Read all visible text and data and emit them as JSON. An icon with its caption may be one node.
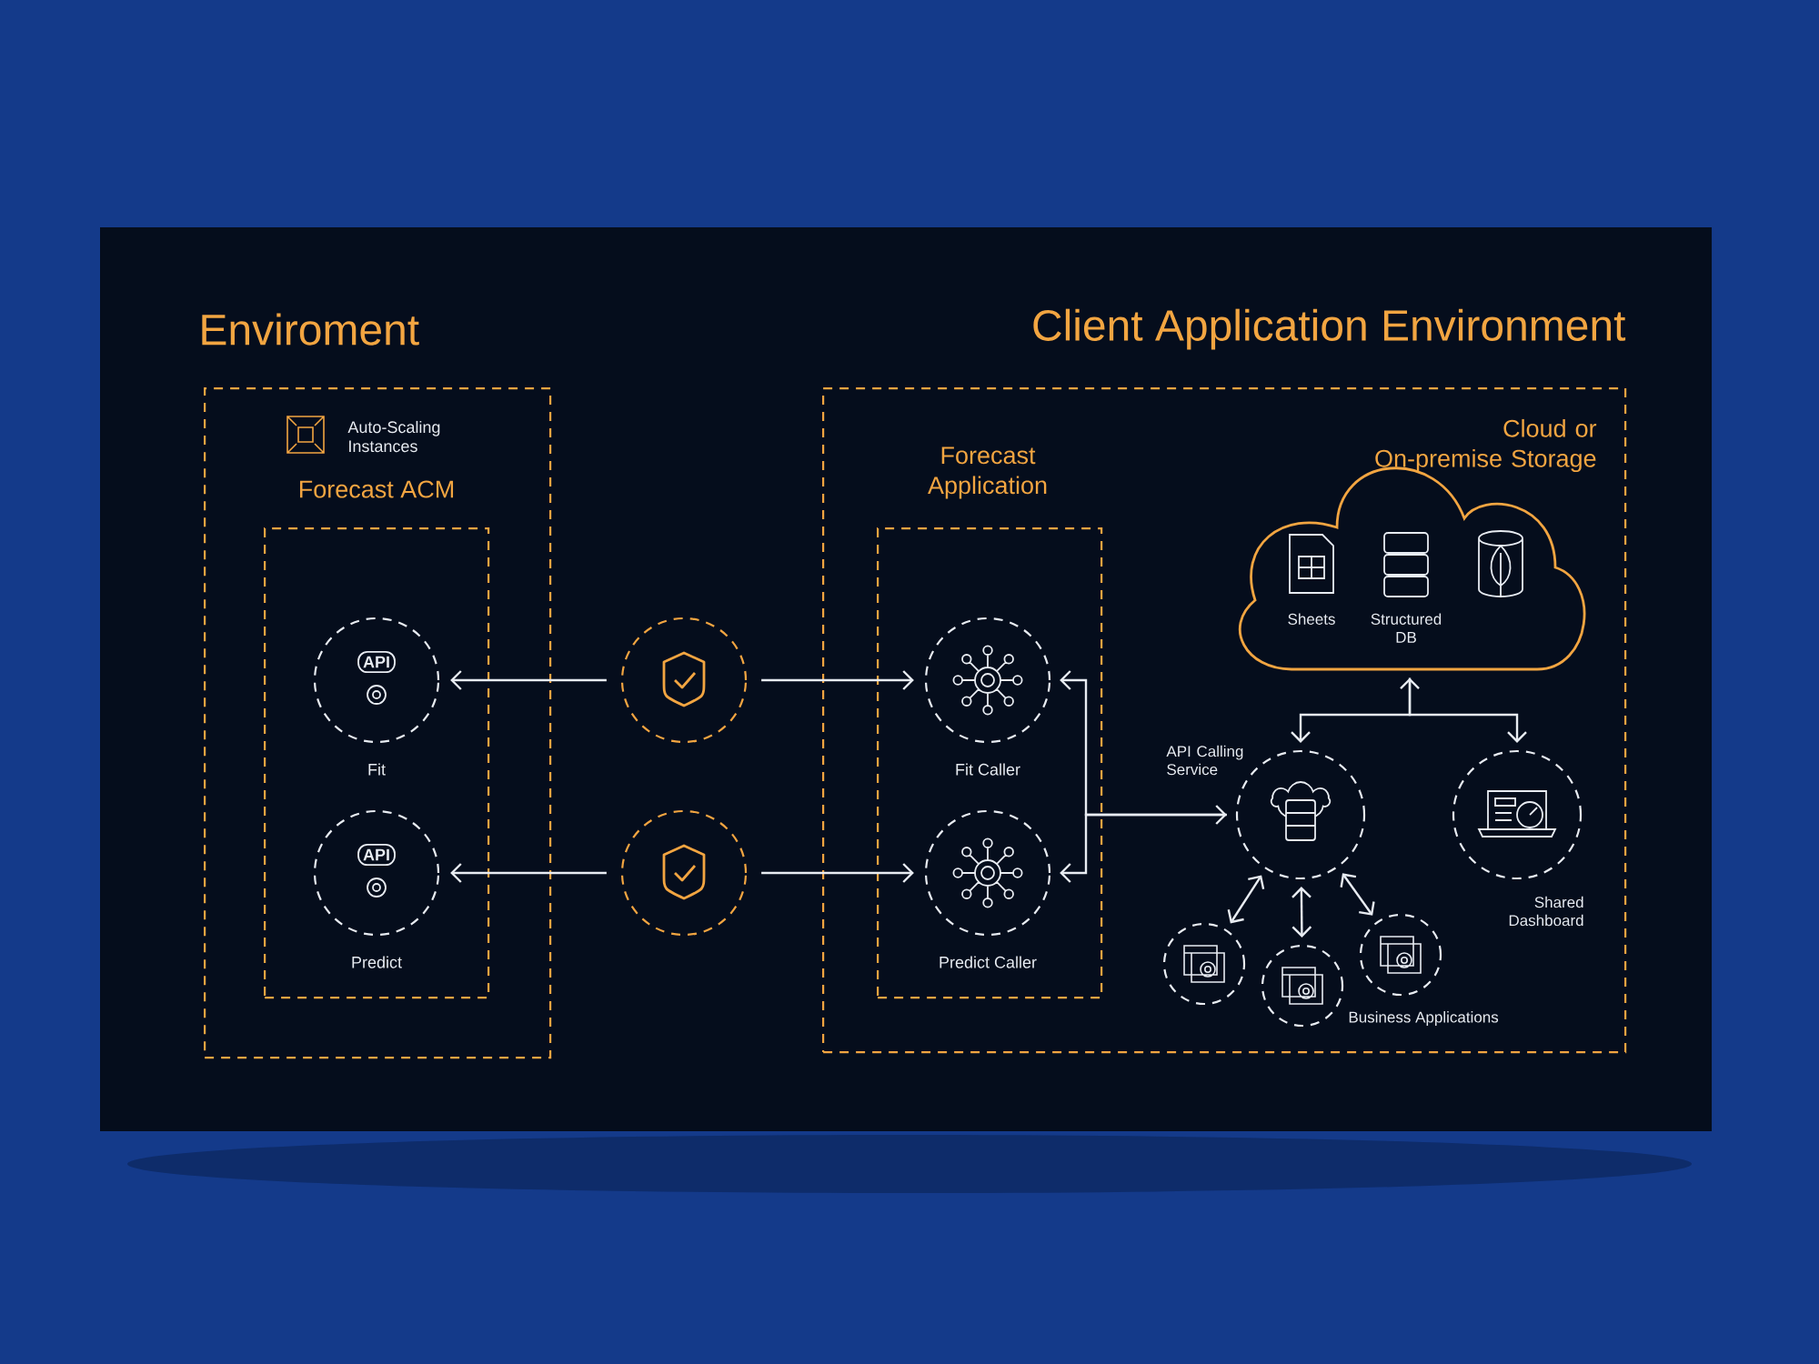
{
  "diagram": {
    "nodes": [
      {
        "text": [
          "Enviroment",
          "Auto-Scaling Instances",
          "Forecast ACM"
        ]
      },
      {
        "text": [],
        "shape": "box",
        "in": 0
      },
      {
        "text": [
          "API",
          "Fit"
        ],
        "in": 1
      },
      {
        "text": [
          "API",
          "Predict"
        ],
        "in": 1
      },
      {
        "text": [],
        "shape": "circle"
      },
      {
        "text": [],
        "shape": "circle"
      },
      {
        "text": [
          "Client Application Environment"
        ]
      },
      {
        "text": [
          "Forecast Application"
        ],
        "in": 6
      },
      {
        "text": [
          "Fit Caller"
        ],
        "in": 7
      },
      {
        "text": [
          "Predict Caller"
        ],
        "in": 7
      },
      {
        "text": [
          "Cloud or On-premise Storage",
          "Sheets",
          "Structured DB"
        ],
        "in": 6
      },
      {
        "text": [
          "API Calling Service"
        ],
        "in": 6
      },
      {
        "text": [
          "Shared Dashboard"
        ],
        "in": 6
      },
      {
        "text": [],
        "shape": "circle",
        "in": 6
      },
      {
        "text": [],
        "shape": "circle",
        "in": 6
      },
      {
        "text": [],
        "shape": "circle",
        "in": 6
      }
    ],
    "edges": [
      {
        "from": 4,
        "to": 2,
        "arrow": "to"
      },
      {
        "from": 4,
        "to": 8,
        "arrow": "to"
      },
      {
        "from": 5,
        "to": 3,
        "arrow": "to"
      },
      {
        "from": 5,
        "to": 9,
        "arrow": "to"
      },
      {
        "from": 11,
        "to": 8,
        "arrow": "both"
      },
      {
        "from": 11,
        "to": 9,
        "arrow": "to"
      },
      {
        "from": 10,
        "to": 11,
        "arrow": "both"
      },
      {
        "from": 10,
        "to": 12,
        "arrow": "to"
      },
      {
        "from": 11,
        "to": 13,
        "arrow": "both"
      },
      {
        "from": 11,
        "to": 14,
        "arrow": "both"
      },
      {
        "from": 11,
        "to": 15,
        "arrow": "both"
      }
    ],
    "labels": [
      "Business Applications"
    ]
  }
}
